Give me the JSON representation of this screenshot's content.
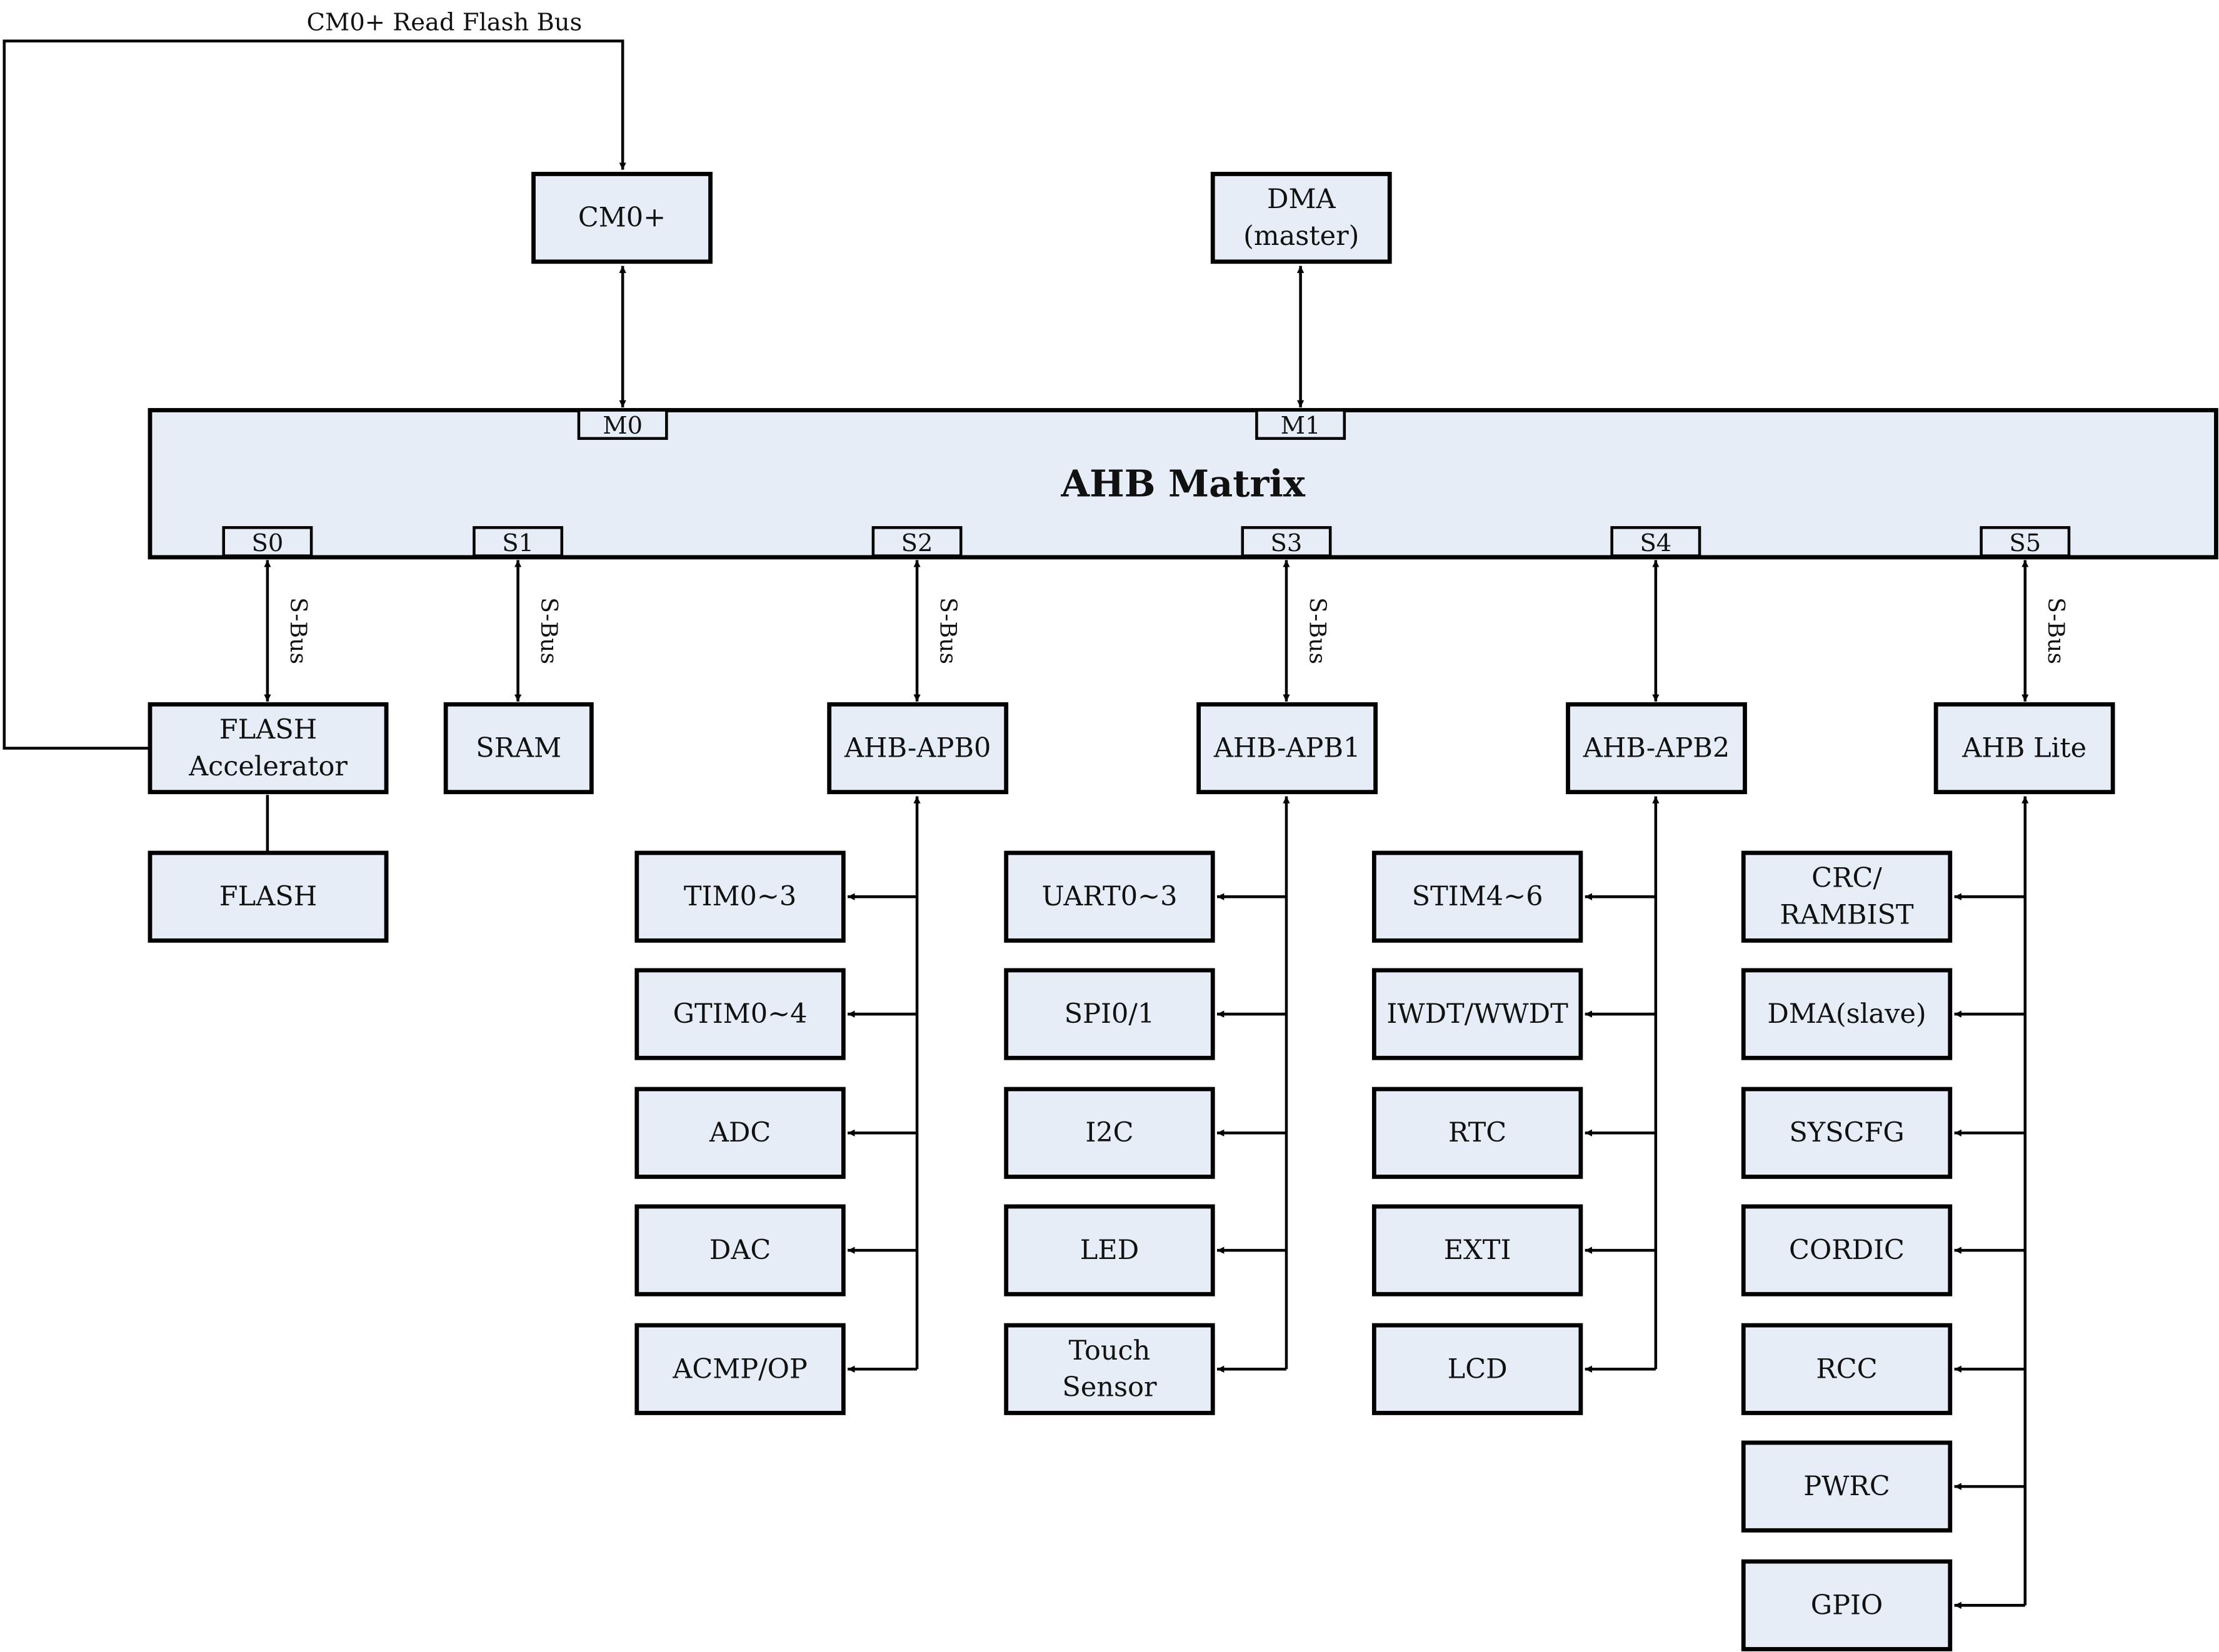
{
  "colors": {
    "box_fill": "#e6edf7",
    "stroke": "#000000",
    "text": "#111111"
  },
  "top_bus_label": "CM0+ Read Flash Bus",
  "masters": {
    "cpu": "CM0+",
    "dma": [
      "DMA",
      "(master)"
    ]
  },
  "matrix": {
    "title": "AHB Matrix",
    "master_ports": [
      "M0",
      "M1"
    ],
    "slave_ports": [
      "S0",
      "S1",
      "S2",
      "S3",
      "S4",
      "S5"
    ]
  },
  "bus_label": "S-Bus",
  "slaves": {
    "flash_accel": [
      "FLASH",
      "Accelerator"
    ],
    "flash": "FLASH",
    "sram": "SRAM",
    "apb0": "AHB-APB0",
    "apb1": "AHB-APB1",
    "apb2": "AHB-APB2",
    "ahb_lite": "AHB Lite"
  },
  "peripherals": {
    "apb0": [
      [
        "TIM0~3"
      ],
      [
        "GTIM0~4"
      ],
      [
        "ADC"
      ],
      [
        "DAC"
      ],
      [
        "ACMP/OP"
      ]
    ],
    "apb1": [
      [
        "UART0~3"
      ],
      [
        "SPI0/1"
      ],
      [
        "I2C"
      ],
      [
        "LED"
      ],
      [
        "Touch",
        "Sensor"
      ]
    ],
    "apb2": [
      [
        "STIM4~6"
      ],
      [
        "IWDT/WWDT"
      ],
      [
        "RTC"
      ],
      [
        "EXTI"
      ],
      [
        "LCD"
      ]
    ],
    "ahb_lite": [
      [
        "CRC/",
        "RAMBIST"
      ],
      [
        "DMA(slave)"
      ],
      [
        "SYSCFG"
      ],
      [
        "CORDIC"
      ],
      [
        "RCC"
      ],
      [
        "PWRC"
      ],
      [
        "GPIO"
      ]
    ]
  }
}
